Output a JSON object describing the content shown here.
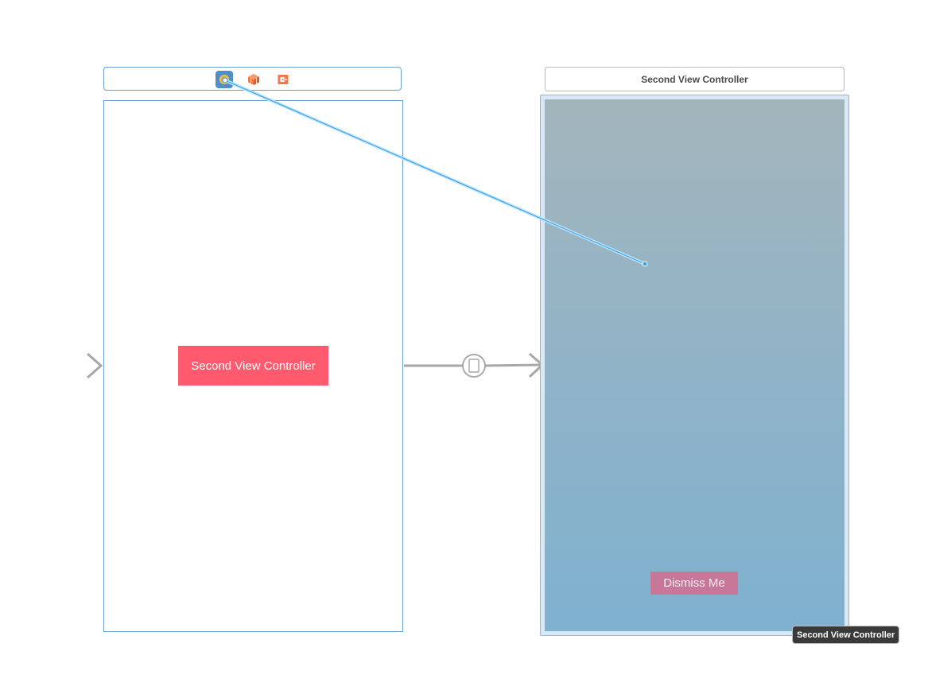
{
  "scenes": [
    {
      "dock": {
        "icons": [
          "view-controller-icon",
          "first-responder-icon",
          "exit-icon"
        ]
      },
      "button_label": "Second View Controller"
    },
    {
      "dock": {
        "title": "Second View Controller"
      },
      "button_label": "Dismiss Me",
      "badge_label": "Second View Controller"
    }
  ],
  "colors": {
    "selection_blue": "#4a9ee8",
    "segue_gray": "#a8a8a8",
    "main_button": "#ff5a6e",
    "dismiss_button": "#c87799",
    "icon_orange": "#f07a4a"
  }
}
